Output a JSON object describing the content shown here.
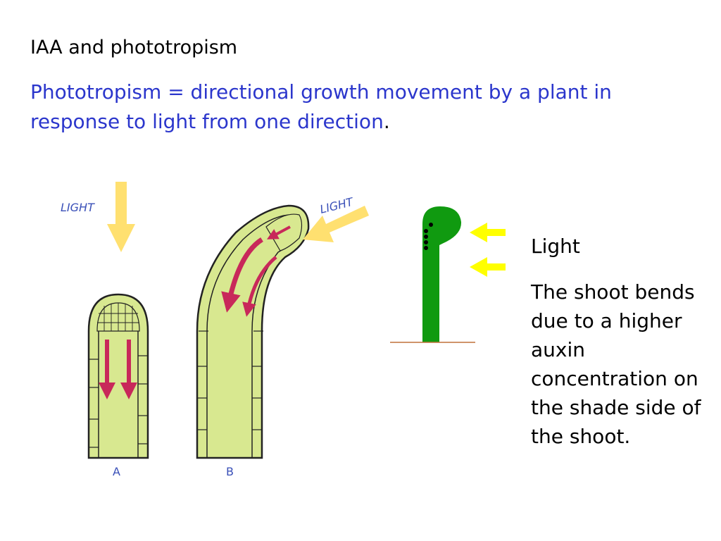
{
  "slide": {
    "title": "IAA and phototropism",
    "definition": "Phototropism = directional growth movement by a plant in response to light from one direction",
    "definition_period": ".",
    "colors": {
      "definition_text": "#2b36cc",
      "light_arrow": "#ffe070",
      "shoot_tissue": "#d8e890",
      "auxin_arrow": "#c8285a",
      "diagram_label": "#3a50b8",
      "shoot_green": "#109a10",
      "side_arrow": "#ffff00",
      "soil_line": "#c0703a"
    },
    "figure": {
      "light_label_a": "LIGHT",
      "light_label_b": "LIGHT",
      "panel_a_label": "A",
      "panel_b_label": "B"
    },
    "right_panel": {
      "light_label": "Light",
      "explanation": "The shoot bends due to a higher auxin concentration on the shade side of the shoot."
    }
  }
}
